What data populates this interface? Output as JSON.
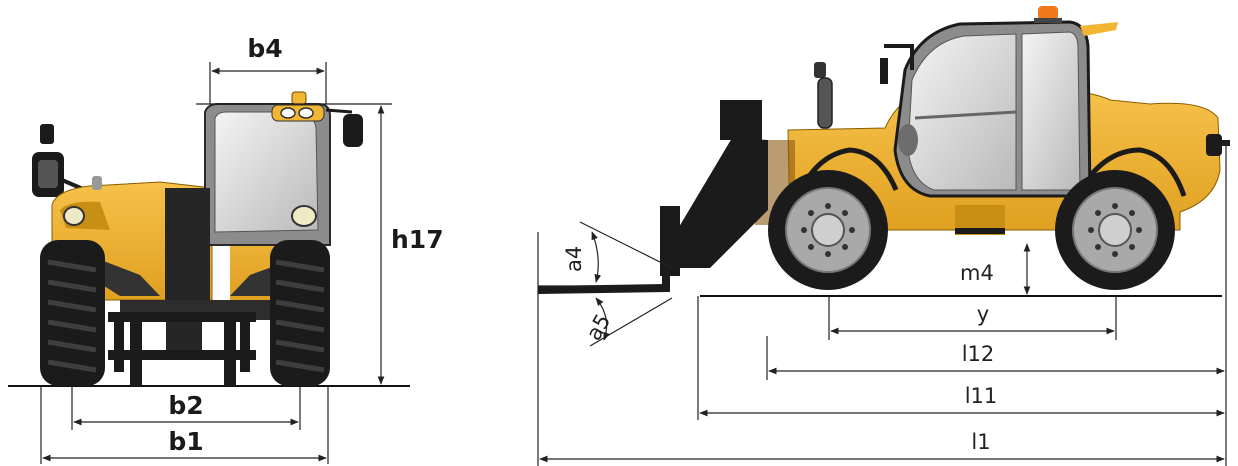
{
  "colors": {
    "body": "#F2B632",
    "body_dark": "#C98E14",
    "tire": "#1b1b1b",
    "rim": "#a9a9a9",
    "cab": "#8c8c8c",
    "glass": "#d8d8d8",
    "beacon": "#F07A1A",
    "dim_line": "#222222"
  },
  "front_view": {
    "labels": {
      "b4": "b4",
      "h17": "h17",
      "b2": "b2",
      "b1": "b1"
    }
  },
  "side_view": {
    "labels": {
      "a4": "a4",
      "a5": "a5",
      "m4": "m4",
      "y": "y",
      "l12": "l12",
      "l11": "l11",
      "l1": "l1"
    }
  }
}
